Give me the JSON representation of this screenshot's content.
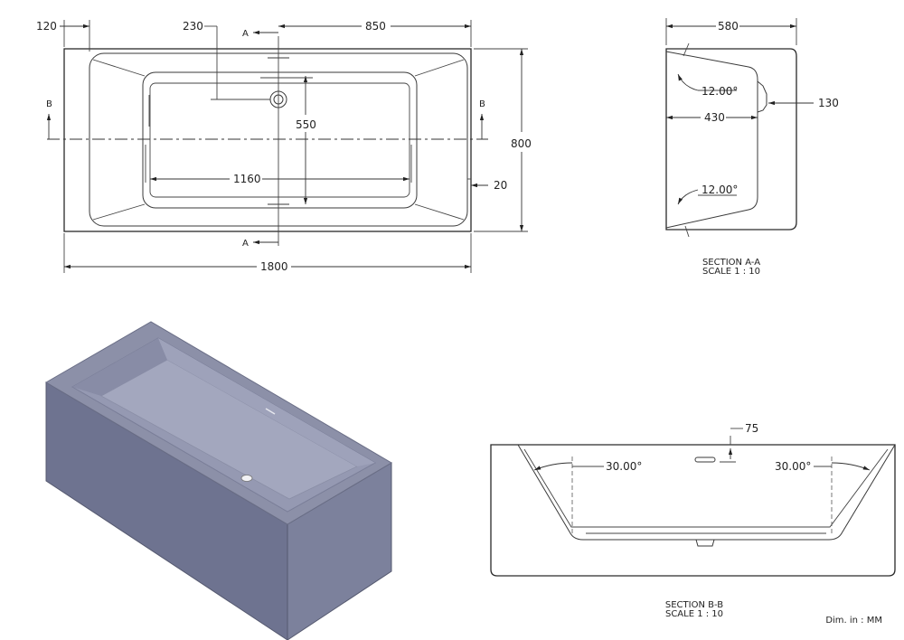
{
  "plan_view": {
    "dim_left_offset": "120",
    "dim_drain_offset": "230",
    "dim_half_length": "850",
    "dim_inner_width": "550",
    "dim_inner_length": "1160",
    "dim_wall": "20",
    "dim_total_width": "800",
    "dim_total_length": "1800",
    "section_a_label": "A",
    "section_b_label": "B"
  },
  "section_aa": {
    "dim_width": "580",
    "dim_depth": "430",
    "dim_offset": "130",
    "angle_top": "12.00°",
    "angle_bottom": "12.00°",
    "title": "SECTION A-A",
    "scale": "SCALE 1 : 10"
  },
  "section_bb": {
    "dim_drop": "75",
    "angle_left": "30.00°",
    "angle_right": "30.00°",
    "title": "SECTION B-B",
    "scale": "SCALE 1 : 10"
  },
  "units_note": "Dim. in :  MM",
  "colors": {
    "tub_top": "#8c90a8",
    "tub_front": "#6e7390",
    "tub_side": "#7c819c",
    "tub_inner": "#9599b2",
    "line": "#2a2a2a"
  }
}
